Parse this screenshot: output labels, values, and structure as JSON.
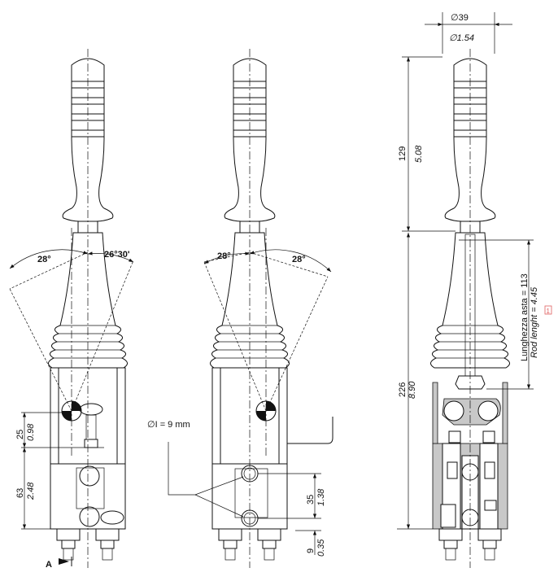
{
  "drawing": {
    "left_view": {
      "angle_left": "28°",
      "angle_right": "26°30'",
      "dim_upper_mm": "25",
      "dim_upper_in": "0.98",
      "dim_lower_mm": "63",
      "dim_lower_in": "2.48",
      "section_label": "A"
    },
    "middle_view": {
      "angle_left": "28°",
      "angle_right": "28°",
      "hole_label": "∅I = 9 mm",
      "dim_holes_mm": "35",
      "dim_holes_in": "1.38",
      "dim_bottom_mm": "9",
      "dim_bottom_in": "0.35"
    },
    "right_view": {
      "diameter_mm": "∅39",
      "diameter_in": "∅1.54",
      "handle_height_mm": "129",
      "handle_height_in": "5.08",
      "body_height_mm": "226",
      "body_height_in": "8.90",
      "rod_length_it": "Lunghezza asta = 113",
      "rod_length_en": "Rod lenght = 4.45",
      "note_marker": "1"
    }
  }
}
